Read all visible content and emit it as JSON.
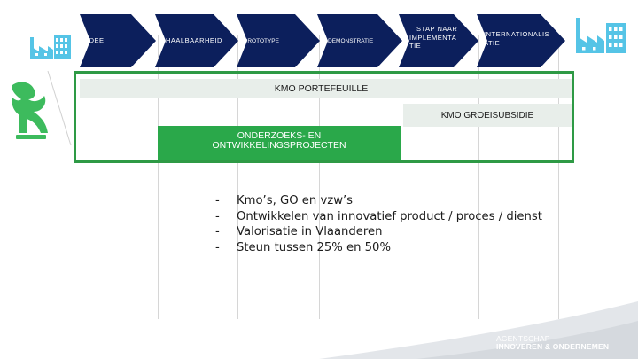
{
  "stages": [
    {
      "id": "idee",
      "lines": [
        "IDEE"
      ]
    },
    {
      "id": "haalbaarheid",
      "lines": [
        "HAALBAARHEID"
      ]
    },
    {
      "id": "prototype",
      "lines": [
        "PROTOTYPE"
      ]
    },
    {
      "id": "demonstratie",
      "lines": [
        "DEMONSTRATIE"
      ]
    },
    {
      "id": "stap-naar-implementatie",
      "lines": [
        "STAP NAAR",
        "IMPLEMENTA",
        "TIE"
      ]
    },
    {
      "id": "internationalisatie",
      "lines": [
        "INTERNATIONALIS",
        "ATIE"
      ]
    }
  ],
  "bars": {
    "portefeuille": "KMO PORTEFEUILLE",
    "groeisubsidie": "KMO GROEISUBSIDIE",
    "onderzoek_line1": "ONDERZOEKS- EN",
    "onderzoek_line2": "ONTWIKKELINGSPROJECTEN"
  },
  "bullets": [
    {
      "dash": "-",
      "text": "Kmo’s, GO en vzw’s"
    },
    {
      "dash": "-",
      "text": "Ontwikkelen van innovatief product / proces / dienst"
    },
    {
      "dash": "-",
      "text": "Valorisatie in Vlaanderen"
    },
    {
      "dash": "-",
      "text": "Steun tussen 25% en 50%"
    }
  ],
  "footer": {
    "line1": "AGENTSCHAP",
    "line2": "INNOVEREN & ONDERNEMEN"
  },
  "colors": {
    "arrow": "#0c1f5c",
    "green_bar": "#2aa84a",
    "green_frame": "#2e9a45",
    "grey_bar": "#e8eeea",
    "factory": "#55c4e6",
    "lion": "#3dbb5d"
  }
}
